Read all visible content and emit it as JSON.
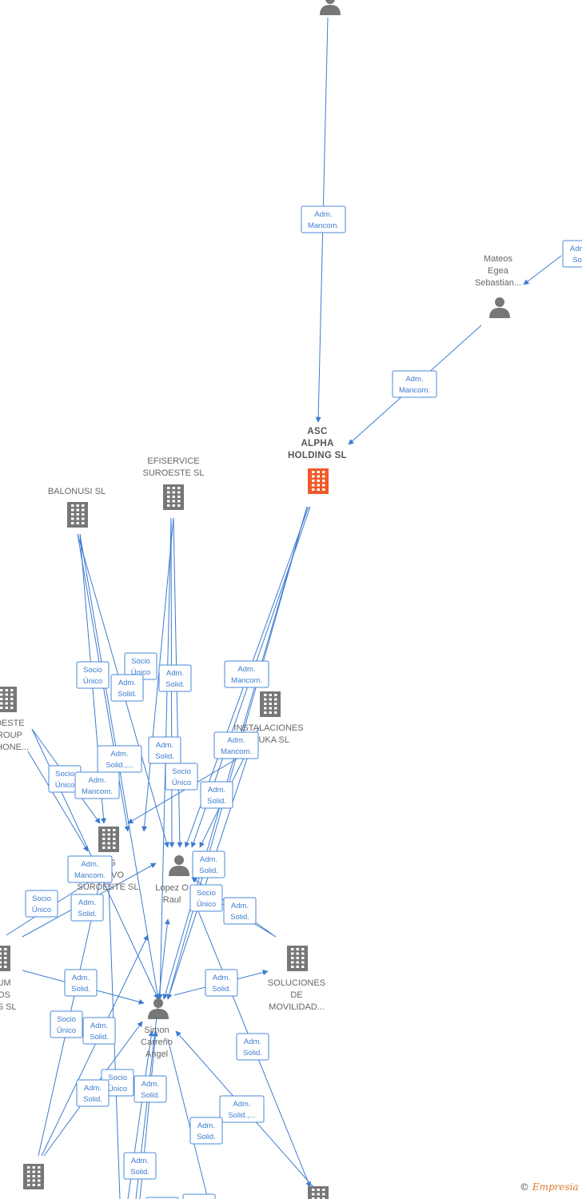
{
  "colors": {
    "edge": "#3d7ccf",
    "company": "#777777",
    "focus_company": "#f05a28",
    "person": "#777777"
  },
  "nodes": [
    {
      "id": "top_person",
      "type": "person",
      "label": []
    },
    {
      "id": "mateos",
      "type": "person",
      "label": [
        "Mateos",
        "Egea",
        "Sebastian..."
      ]
    },
    {
      "id": "asc",
      "type": "company",
      "focus": true,
      "label": [
        "ASC",
        "ALPHA",
        "HOLDING  SL"
      ]
    },
    {
      "id": "efiservice",
      "type": "company",
      "label": [
        "EFISERVICE",
        "SUROESTE  SL"
      ]
    },
    {
      "id": "balonusi",
      "type": "company",
      "label": [
        "BALONUSI  SL"
      ]
    },
    {
      "id": "suroeste_group",
      "type": "company",
      "label": [
        "OESTE",
        "ROUP",
        "PHONE..."
      ]
    },
    {
      "id": "leuka",
      "type": "company",
      "label": [
        "INSTALACIONES",
        "LEUKA  SL"
      ]
    },
    {
      "id": "holding_suroeste",
      "type": "company",
      "label": [
        "ING",
        "RATIVO",
        "SUROESTE  SL"
      ]
    },
    {
      "id": "lopez",
      "type": "person",
      "label": [
        "Lopez O",
        "Raul"
      ]
    },
    {
      "id": "soluciones",
      "type": "company",
      "label": [
        "SOLUCIONES",
        "DE",
        "MOVILIDAD..."
      ]
    },
    {
      "id": "um",
      "type": "company",
      "label": [
        "UM",
        "OS",
        "ES SL"
      ]
    },
    {
      "id": "simon",
      "type": "person",
      "label": [
        "Simon",
        "Carreño",
        "Angel"
      ]
    },
    {
      "id": "bottom_left",
      "type": "company",
      "label": []
    },
    {
      "id": "bottom_right",
      "type": "company",
      "label": []
    }
  ],
  "edge_labels": [
    [
      "Adm.",
      "Mancom."
    ],
    [
      "Adm.",
      "Soli"
    ],
    [
      "Adm.",
      "Mancom."
    ],
    [
      "Socio",
      "Único"
    ],
    [
      "Socio",
      "Único"
    ],
    [
      "Adm.",
      "Solid."
    ],
    [
      "Adm.",
      "Solid."
    ],
    [
      "Adm.",
      "Mancom."
    ],
    [
      "Adm.",
      "Solid."
    ],
    [
      "Adm.",
      "Solid.,..."
    ],
    [
      "Adm.",
      "Mancom."
    ],
    [
      "Socio",
      "Único"
    ],
    [
      "Adm.",
      "Mancom."
    ],
    [
      "Socio",
      "Único"
    ],
    [
      "Adm.",
      "Solid."
    ],
    [
      "Adm.",
      "Solid."
    ],
    [
      "Adm.",
      "Mancom."
    ],
    [
      "Socio",
      "Único"
    ],
    [
      "Adm.",
      "Solid."
    ],
    [
      "Socio",
      "Único"
    ],
    [
      "Adm.",
      "Solid."
    ],
    [
      "Adm.",
      "Solid."
    ],
    [
      "Adm.",
      "Solid."
    ],
    [
      "Socio",
      "Único"
    ],
    [
      "Adm.",
      "Solid."
    ],
    [
      "Adm.",
      "Solid."
    ],
    [
      "Socio",
      "Único"
    ],
    [
      "Adm.",
      "Solid."
    ],
    [
      "Adm.",
      "Solid."
    ],
    [
      "Adm.",
      "Solid.,..."
    ],
    [
      "Adm.",
      "Solid."
    ],
    [
      "Adm.",
      "Solid."
    ],
    [
      "Adm.",
      "Solid."
    ],
    [
      "Adm.",
      "Solid."
    ]
  ],
  "footer": {
    "copyright": "©",
    "brand": "Empresia"
  }
}
